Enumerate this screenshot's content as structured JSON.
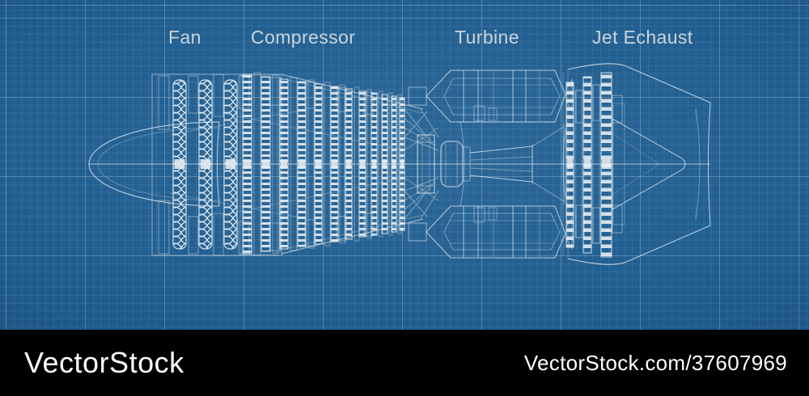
{
  "diagram": {
    "labels": [
      {
        "text": "Fan"
      },
      {
        "text": "Compressor"
      },
      {
        "text": "Turbine"
      },
      {
        "text": "Jet Echaust"
      }
    ]
  },
  "watermark": {
    "brand": "VectorStock",
    "credit": "VectorStock.com/37607969"
  },
  "colors": {
    "blueprint_background": "#205e90",
    "grid_line": "#d8e9f5",
    "drawing_line": "#eef4f8",
    "label_text": "#c9d4db",
    "watermark_bar": "#000000",
    "watermark_text": "#ffffff"
  }
}
